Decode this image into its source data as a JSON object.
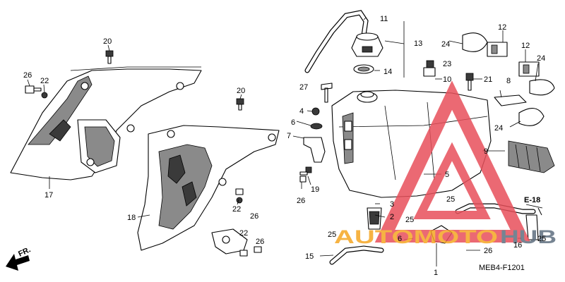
{
  "diagram": {
    "drawing_code": "MEB4-F1201",
    "reference": "E-18",
    "direction_label": "FR.",
    "callouts": [
      {
        "id": "c1",
        "text": "11"
      },
      {
        "id": "c2",
        "text": "13"
      },
      {
        "id": "c3",
        "text": "24"
      },
      {
        "id": "c4",
        "text": "14"
      },
      {
        "id": "c5",
        "text": "23"
      },
      {
        "id": "c6",
        "text": "10"
      },
      {
        "id": "c7",
        "text": "21"
      },
      {
        "id": "c8",
        "text": "12"
      },
      {
        "id": "c9",
        "text": "12"
      },
      {
        "id": "c10",
        "text": "24"
      },
      {
        "id": "c11",
        "text": "8"
      },
      {
        "id": "c12",
        "text": "24"
      },
      {
        "id": "c13",
        "text": "9"
      },
      {
        "id": "c14",
        "text": "27"
      },
      {
        "id": "c15",
        "text": "4"
      },
      {
        "id": "c16",
        "text": "6"
      },
      {
        "id": "c17",
        "text": "7"
      },
      {
        "id": "c18",
        "text": "5"
      },
      {
        "id": "c19",
        "text": "19"
      },
      {
        "id": "c20",
        "text": "26"
      },
      {
        "id": "c21",
        "text": "3"
      },
      {
        "id": "c22",
        "text": "2"
      },
      {
        "id": "c23",
        "text": "25"
      },
      {
        "id": "c24",
        "text": "25"
      },
      {
        "id": "c25",
        "text": "25"
      },
      {
        "id": "c26",
        "text": "6"
      },
      {
        "id": "c27",
        "text": "15"
      },
      {
        "id": "c28",
        "text": "1"
      },
      {
        "id": "c29",
        "text": "26"
      },
      {
        "id": "c30",
        "text": "16"
      },
      {
        "id": "c31",
        "text": "25"
      },
      {
        "id": "c32",
        "text": "20"
      },
      {
        "id": "c33",
        "text": "26"
      },
      {
        "id": "c34",
        "text": "22"
      },
      {
        "id": "c35",
        "text": "17"
      },
      {
        "id": "c36",
        "text": "20"
      },
      {
        "id": "c37",
        "text": "18"
      },
      {
        "id": "c38",
        "text": "22"
      },
      {
        "id": "c39",
        "text": "26"
      },
      {
        "id": "c40",
        "text": "22"
      },
      {
        "id": "c41",
        "text": "26"
      }
    ]
  },
  "watermark": {
    "text_orange": "AUTOMOTO",
    "text_gray": "HUB",
    "triangle_color": "#e8505b",
    "orange_color": "#f5a623",
    "gray_color": "#5f6f7f"
  }
}
